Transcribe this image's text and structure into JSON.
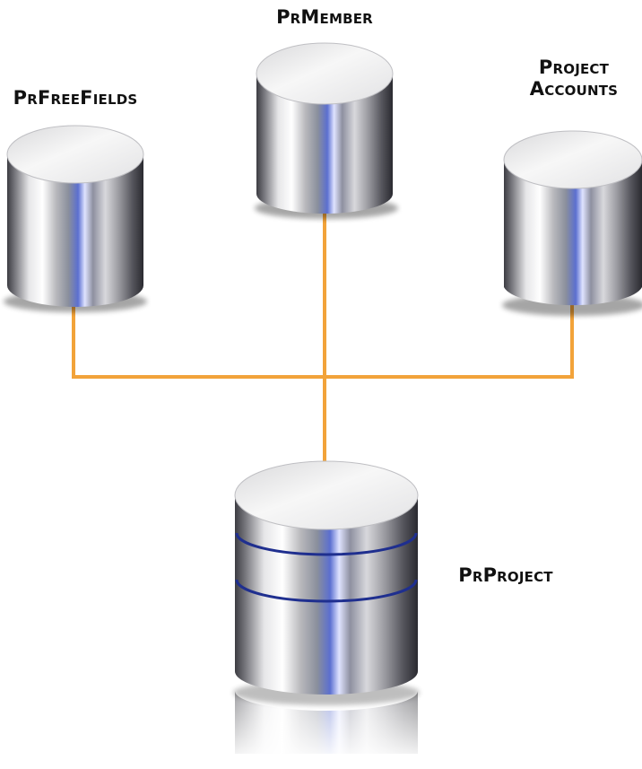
{
  "diagram": {
    "nodes": {
      "prmember": {
        "label": "PrMember"
      },
      "prfreefields": {
        "label": "PrFreeFields"
      },
      "project_accounts": {
        "label_line1": "Project",
        "label_line2": "Accounts"
      },
      "prproject": {
        "label": "PrProject"
      }
    },
    "colors": {
      "connector": "#f2a33a",
      "cylinder_body": "#c9c9cc",
      "cylinder_highlight": "#ffffff",
      "cylinder_shadow": "#4a4a50",
      "cylinder_blue": "#6f7fd8",
      "cylinder_top": "#efefef",
      "band": "#1f2f8f",
      "label": "#111111"
    }
  }
}
